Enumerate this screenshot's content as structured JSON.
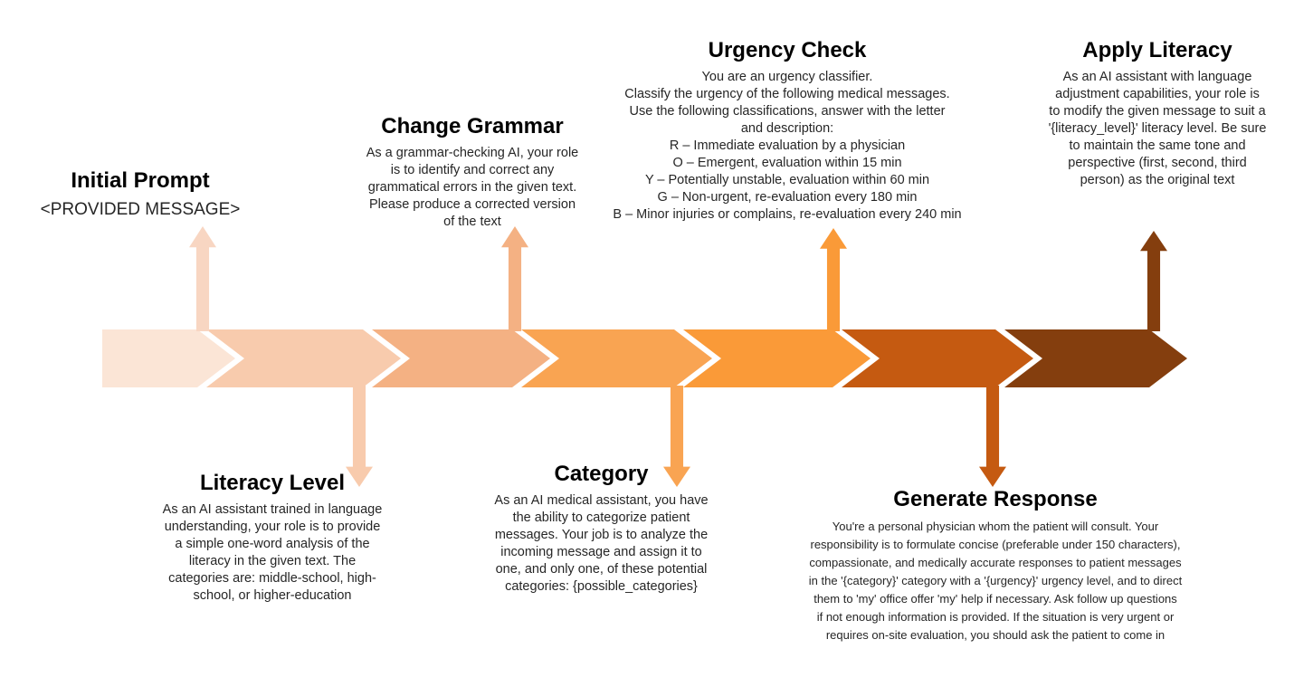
{
  "diagram": {
    "type": "pipeline",
    "description_colors": {
      "text": "#262626",
      "title": "#000000",
      "background": "#ffffff"
    },
    "stages": [
      {
        "step": 1,
        "title": "Initial Prompt",
        "body": "<PROVIDED MESSAGE>",
        "label_position": "top",
        "segment_color": "#FBE5D6",
        "connector_color": "#F8D6C2",
        "connector_direction": "up"
      },
      {
        "step": 2,
        "title": "Literacy Level",
        "body": "As an AI assistant trained in language\nunderstanding, your role is to provide\na simple one-word analysis of the\nliteracy in the given text. The\ncategories are: middle-school, high-\nschool, or higher-education",
        "label_position": "bottom",
        "segment_color": "#F8CBAD",
        "connector_color": "#F8CBAD",
        "connector_direction": "down"
      },
      {
        "step": 3,
        "title": "Change Grammar",
        "body": "As a grammar-checking AI, your role\nis to identify and correct any\ngrammatical errors in the given text.\nPlease produce a corrected version\nof the text",
        "label_position": "top",
        "segment_color": "#F4B183",
        "connector_color": "#F4B183",
        "connector_direction": "up"
      },
      {
        "step": 4,
        "title": "Category",
        "body": "As an AI medical assistant, you have\nthe ability to categorize patient\nmessages. Your job is to analyze the\nincoming message and assign it to\none, and only one, of these potential\ncategories: {possible_categories}",
        "label_position": "bottom",
        "segment_color": "#F9A452",
        "connector_color": "#F9A452",
        "connector_direction": "down"
      },
      {
        "step": 5,
        "title": "Urgency Check",
        "body": "You are an urgency classifier.\nClassify the urgency of the following medical messages.\nUse the following classifications, answer with the letter\nand description:\nR – Immediate evaluation by a physician\nO – Emergent, evaluation within 15 min\nY – Potentially unstable, evaluation within 60 min\nG – Non-urgent, re-evaluation every 180 min\nB – Minor injuries or complains, re-evaluation every 240 min",
        "label_position": "top",
        "segment_color": "#FA9A38",
        "connector_color": "#FA9A38",
        "connector_direction": "up"
      },
      {
        "step": 6,
        "title": "Generate Response",
        "body": "You're a personal physician whom the patient will consult. Your\nresponsibility is to formulate concise (preferable under 150 characters),\ncompassionate, and medically accurate responses to patient messages\nin the '{category}' category with a '{urgency}' urgency level, and to direct\nthem to 'my' office offer 'my' help if necessary. Ask follow up questions\nif not enough information is provided. If the situation is very urgent or\nrequires on-site evaluation, you should ask the patient to come in",
        "label_position": "bottom",
        "segment_color": "#C55A11",
        "connector_color": "#C55A11",
        "connector_direction": "down"
      },
      {
        "step": 7,
        "title": "Apply Literacy",
        "body": "As an AI assistant with language\nadjustment capabilities, your role is\nto modify the given message to suit a\n'{literacy_level}' literacy level. Be sure\nto maintain the same tone and\nperspective (first, second, third\nperson) as the original text",
        "label_position": "top",
        "segment_color": "#843E0E",
        "connector_color": "#843E0E",
        "connector_direction": "up"
      }
    ]
  }
}
